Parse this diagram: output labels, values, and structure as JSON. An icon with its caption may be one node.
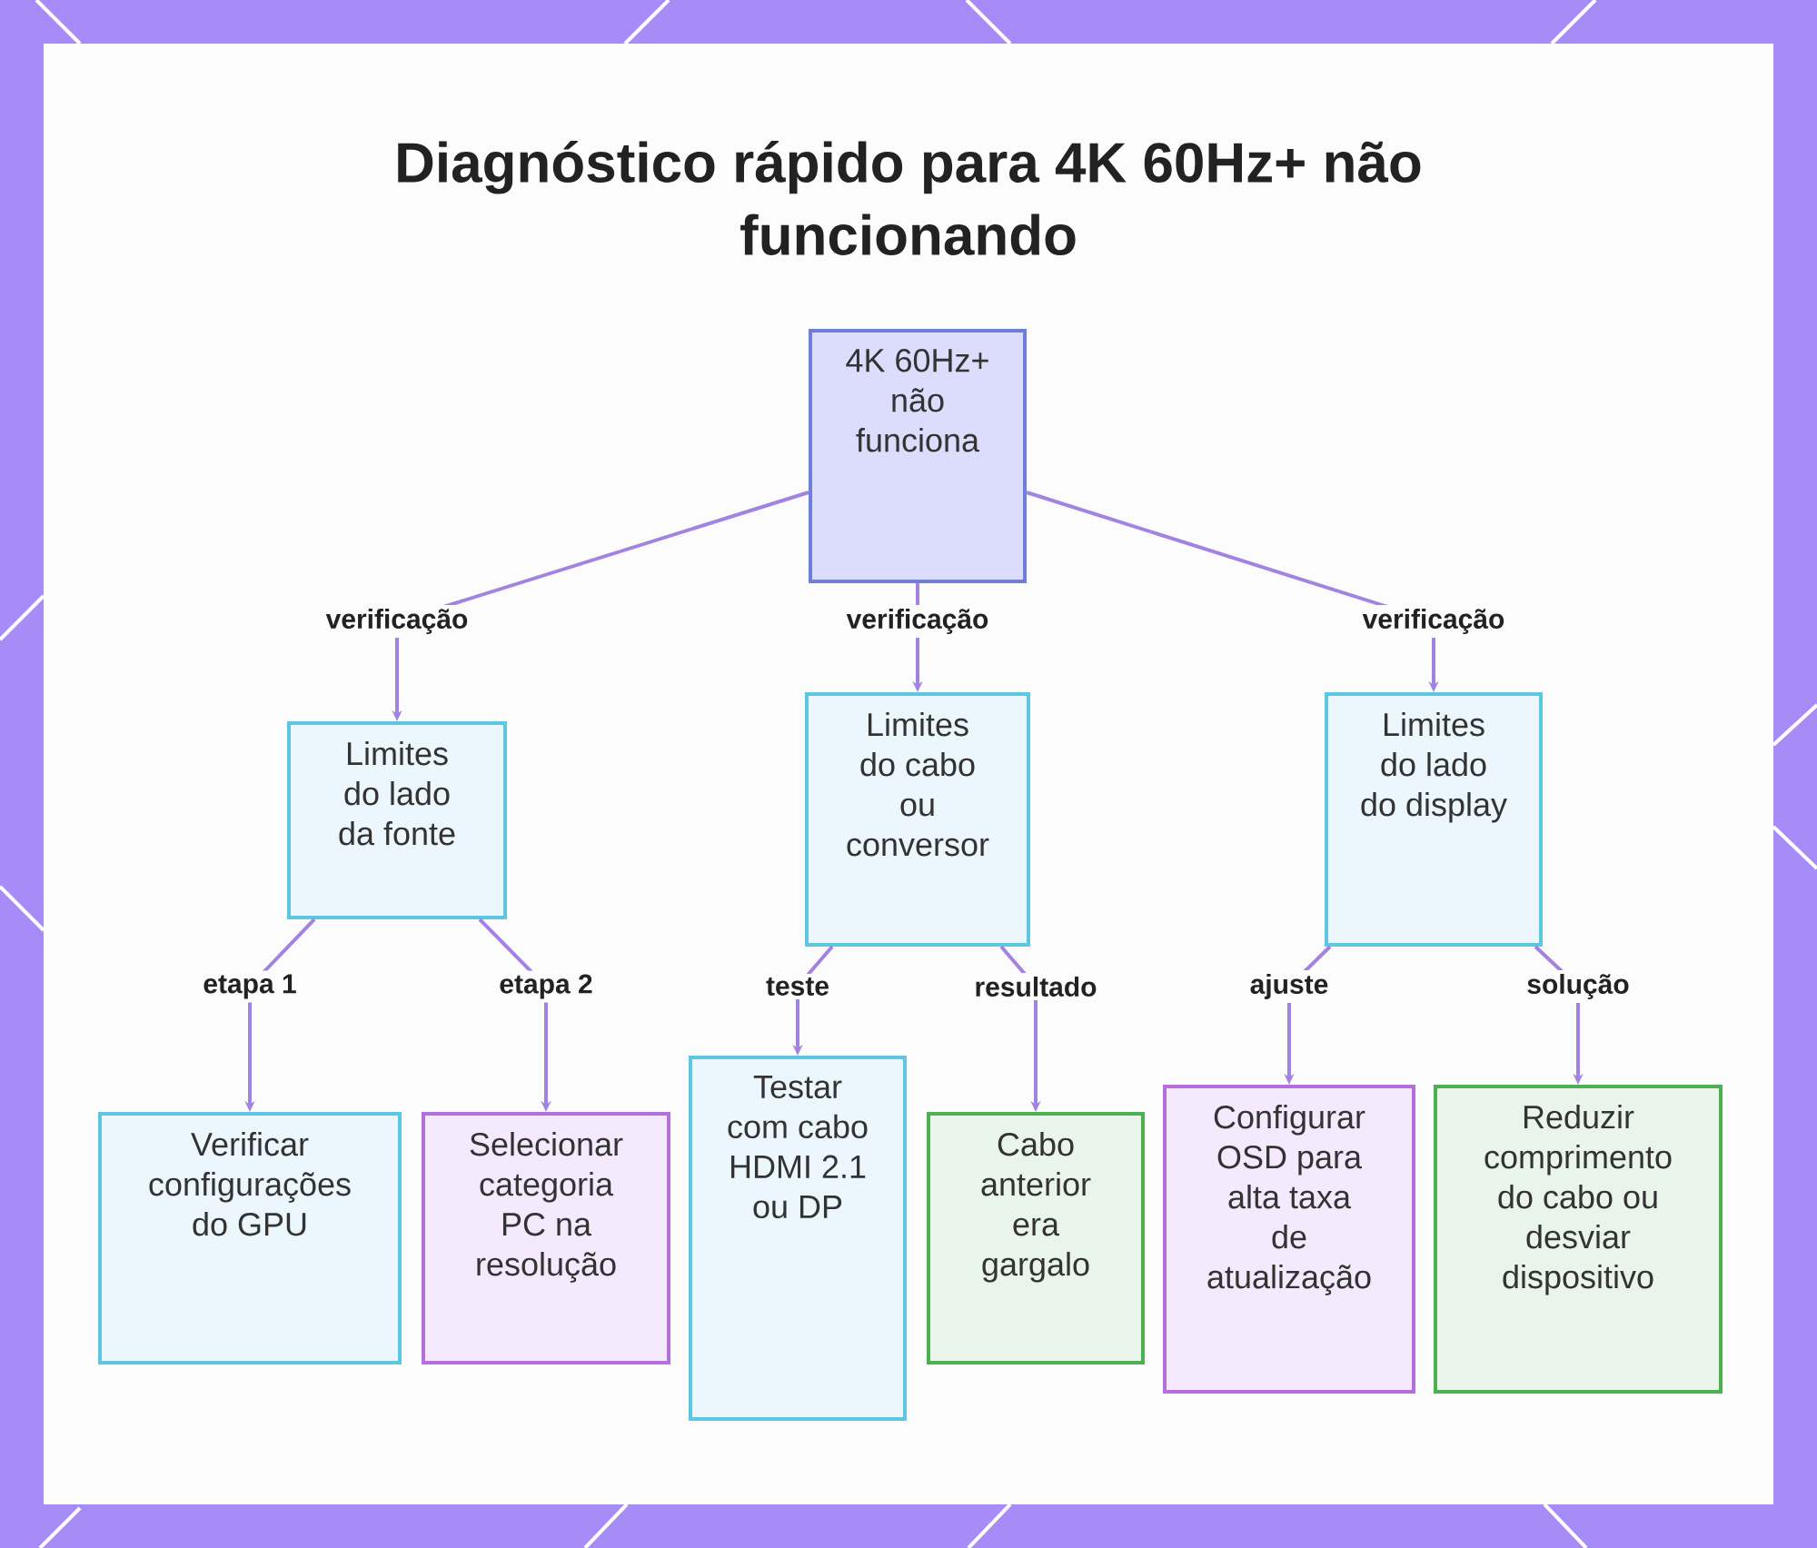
{
  "diagram": {
    "title": "Diagnóstico rápido para 4K 60Hz+ não funcionando",
    "nodes": [
      {
        "text": [
          "4K 60Hz+ não funciona"
        ]
      },
      {
        "text": [
          "Limites do lado da fonte"
        ]
      },
      {
        "text": [
          "Limites do cabo ou conversor"
        ]
      },
      {
        "text": [
          "Limites do lado do display"
        ]
      },
      {
        "text": [
          "Verificar configurações do GPU"
        ]
      },
      {
        "text": [
          "Selecionar categoria PC na resolução"
        ]
      },
      {
        "text": [
          "Testar com cabo HDMI 2.1 ou DP"
        ]
      },
      {
        "text": [
          "Cabo anterior era gargalo"
        ]
      },
      {
        "text": [
          "Configurar OSD para alta taxa de atualização"
        ]
      },
      {
        "text": [
          "Reduzir comprimento do cabo ou desviar dispositivo"
        ]
      }
    ],
    "edges": [
      {
        "from": 0,
        "to": 1,
        "arrow": "to",
        "label": "verificação"
      },
      {
        "from": 0,
        "to": 2,
        "arrow": "to",
        "label": "verificação"
      },
      {
        "from": 0,
        "to": 3,
        "arrow": "to",
        "label": "verificação"
      },
      {
        "from": 1,
        "to": 4,
        "arrow": "to",
        "label": "etapa 1"
      },
      {
        "from": 1,
        "to": 5,
        "arrow": "to",
        "label": "etapa 2"
      },
      {
        "from": 2,
        "to": 6,
        "arrow": "to",
        "label": "teste"
      },
      {
        "from": 2,
        "to": 7,
        "arrow": "to",
        "label": "resultado"
      },
      {
        "from": 3,
        "to": 8,
        "arrow": "to",
        "label": "ajuste"
      },
      {
        "from": 3,
        "to": 9,
        "arrow": "to",
        "label": "solução"
      }
    ]
  }
}
